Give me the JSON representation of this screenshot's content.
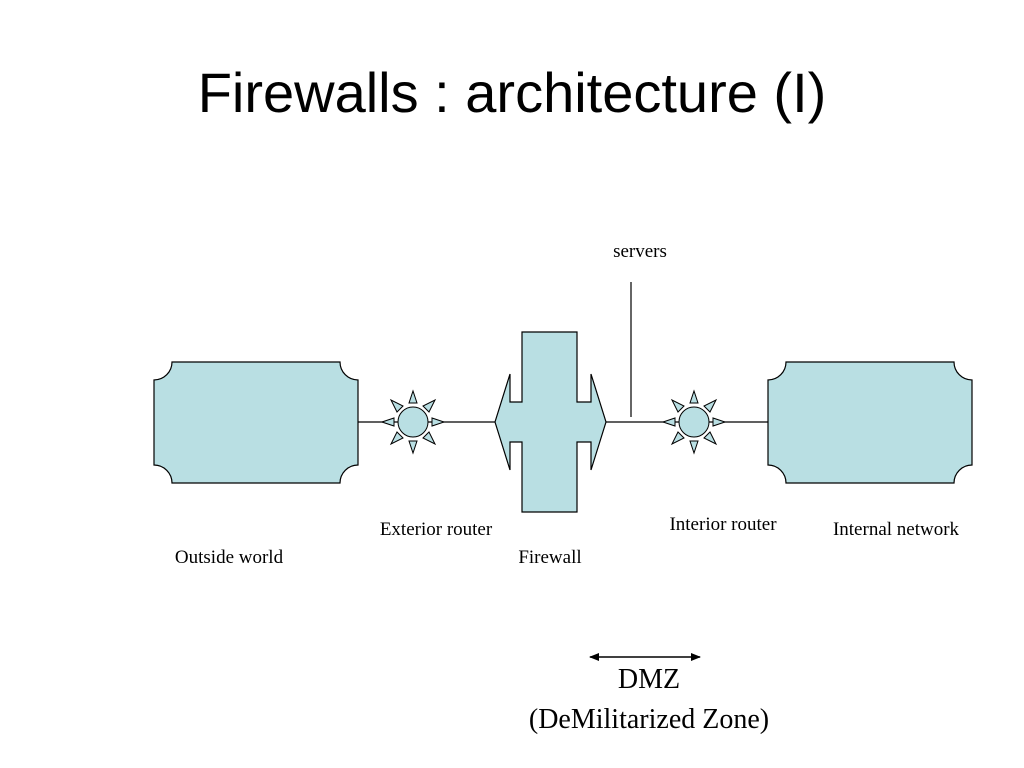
{
  "slide": {
    "title": "Firewalls : architecture (I)"
  },
  "colors": {
    "shape_fill": "#b9dfe3",
    "stroke": "#000000",
    "background": "#ffffff"
  },
  "diagram": {
    "servers_label": "servers",
    "outside_world_label": "Outside world",
    "exterior_router_label": "Exterior router",
    "firewall_label": "Firewall",
    "interior_router_label": "Interior router",
    "internal_network_label": "Internal network",
    "dmz_label": "DMZ",
    "dmz_full_label": "(DeMilitarized Zone)"
  },
  "icons": [
    "network-cloud-icon",
    "router-icon",
    "firewall-icon",
    "double-arrow-icon"
  ]
}
